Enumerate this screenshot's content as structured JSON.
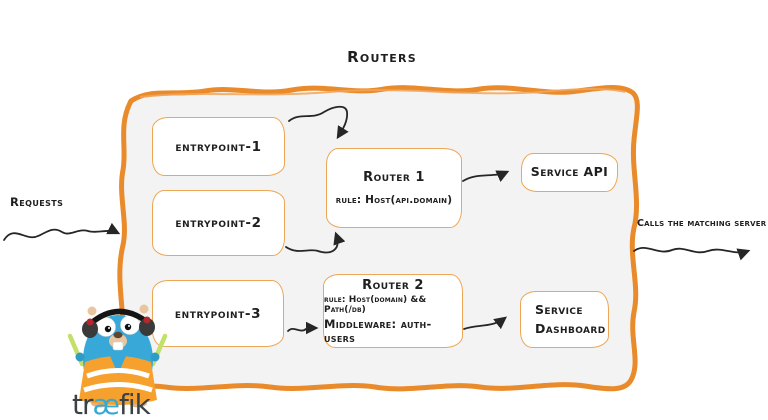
{
  "title": "Routers",
  "annotations": {
    "left": "Requests",
    "right": "Calls the matching server"
  },
  "entrypoints": [
    {
      "label": "entrypoint-1"
    },
    {
      "label": "entrypoint-2"
    },
    {
      "label": "entrypoint-3"
    }
  ],
  "routers": [
    {
      "name": "Router 1",
      "rule": "rule: Host(api.domain)"
    },
    {
      "name": "Router 2",
      "rule": "rule: Host(domain) && Path(/db)",
      "middleware": "Middleware: auth-users"
    }
  ],
  "services": [
    {
      "label": "Service API"
    },
    {
      "label": "Service Dashboard"
    }
  ],
  "logo": {
    "mascot": "traefik-gopher-mascot",
    "wordmark": {
      "pre": "tr",
      "ae": "æ",
      "post": "fik"
    }
  },
  "colors": {
    "container_border": "#e98a2b",
    "container_fill": "#f3f3f3",
    "box_border": "#eda655",
    "arrow": "#262626",
    "brand_teal": "#35a9d4",
    "vest_orange": "#f6a12e",
    "stick_green": "#c3e06a"
  }
}
